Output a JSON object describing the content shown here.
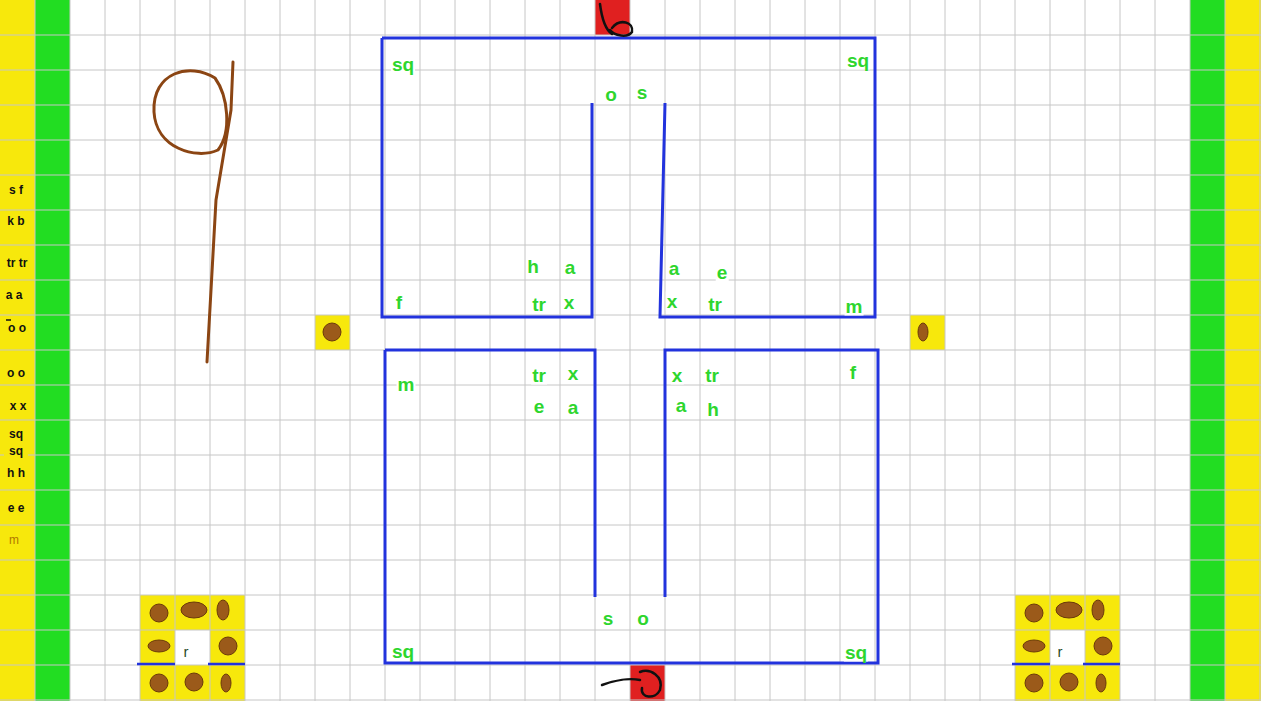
{
  "diagram": {
    "labels": [
      "s f",
      "k b",
      "tr tr",
      "a a",
      "o o",
      "o o",
      "x x",
      "sq sq",
      "h h",
      "e e",
      "m",
      "sq",
      "sq",
      "o",
      "s",
      "h",
      "a",
      "a",
      "e",
      "f",
      "tr",
      "x",
      "x",
      "tr",
      "m",
      "m",
      "tr",
      "x",
      "x",
      "tr",
      "f",
      "e",
      "a",
      "a",
      "h",
      "s",
      "o",
      "sq",
      "sq",
      "r",
      "r"
    ]
  }
}
